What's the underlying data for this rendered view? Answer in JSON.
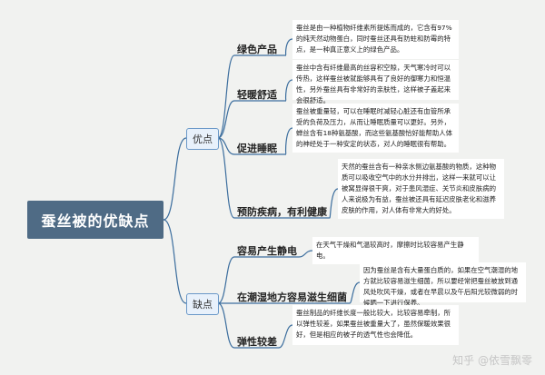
{
  "title": "蚕丝被的优缺点",
  "categories": {
    "advantages": "优点",
    "disadvantages": "缺点"
  },
  "advantages": [
    {
      "topic": "绿色产品",
      "desc": "蚕丝是由一种植物纤维素所提炼而成的，它含有97%的纯天然动物蛋白，同时蚕丝还具有防蛀和防霉的特点，是一种真正意义上的绿色产品。"
    },
    {
      "topic": "轻暖舒适",
      "desc": "蚕丝中含有纤维最高的丝容积空隙，天气寒冷时可以传热，这样蚕丝被就能够具有了良好的御寒力和恒温性，另外蚕丝具有非常好的亲肤性，这样被子盖起来会很舒适。"
    },
    {
      "topic": "促进睡眠",
      "desc": "蚕丝被重量轻，可以在睡眠时减轻心脏还有血管所承受的负荷及压力，从而让睡眠质量可以更好。另外，蝉丝含有18种氨基酸，而这些氨基酸恰好能帮助人体的神经处于一种安定的状态，对人的睡眠很有帮助。"
    },
    {
      "topic": "预防疾病，有利健康",
      "desc": "天然的蚕丝含有一种亲水侧边氨基酸的物质，这种物质可以吸收空气中的水分并排出，这样一来就可以让被窝显得很干爽，对于患风湿症、关节炎和皮肤病的人来说极为有益，蚕丝被还具有延迟皮肤老化和滋养皮肤的作用，对人体有非常大的好处。"
    }
  ],
  "disadvantages": [
    {
      "topic": "容易产生静电",
      "desc": "在天气干燥和气温较高时，摩擦时比较容易产生静电。"
    },
    {
      "topic": "在潮湿地方容易滋生细菌",
      "desc": "因为蚕丝是含有大量蛋白质的，如果在空气潮湿的地方就比较容易滋生细菌，所以要经常把蚕丝被放到通风处吹风干燥，或者在早晨以及午后阳光较微弱的时候晒一下进行保养。"
    },
    {
      "topic": "弹性较差",
      "desc": "蚕丝制品的纤维长度一般比较大，比较容易牵制，所以弹性较差，如果蚕丝被重量大了，虽然保暖效果很好，但是相应的被子的透气性也会降低。"
    }
  ],
  "watermark": "知乎 @依雪飘零",
  "colors": {
    "root": "#4f6b85",
    "line": "#3c6e9e",
    "background": "#f1f2f0"
  }
}
